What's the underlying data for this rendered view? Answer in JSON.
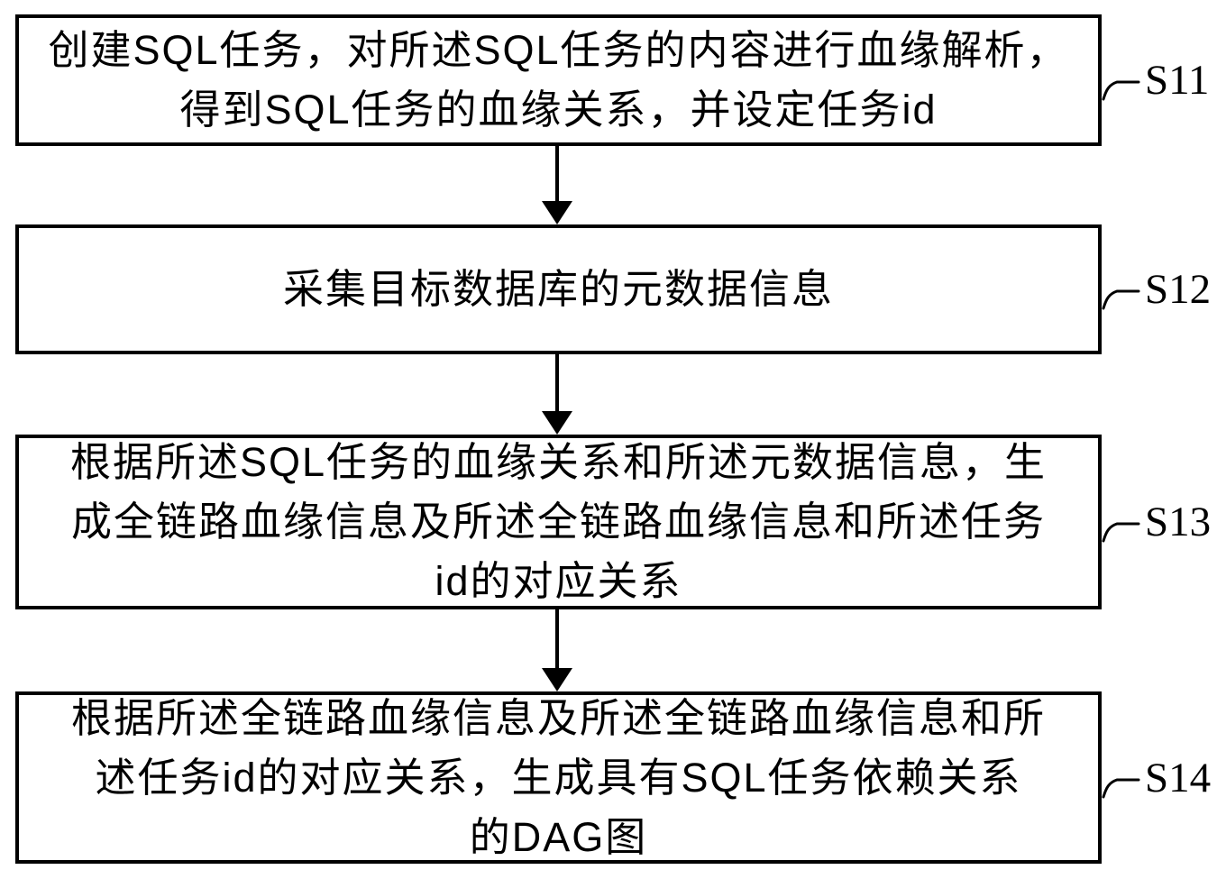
{
  "figure": {
    "background": "#ffffff",
    "line_color": "#000000",
    "type": "flowchart",
    "boxes": [
      {
        "step": "S11",
        "lines": [
          "创建SQL任务，对所述SQL任务的内容进行血缘解析，",
          "得到SQL任务的血缘关系，并设定任务id"
        ]
      },
      {
        "step": "S12",
        "lines": [
          "采集目标数据库的元数据信息"
        ]
      },
      {
        "step": "S13",
        "lines": [
          "根据所述SQL任务的血缘关系和所述元数据信息，生",
          "成全链路血缘信息及所述全链路血缘信息和所述任务",
          "id的对应关系"
        ]
      },
      {
        "step": "S14",
        "lines": [
          "根据所述全链路血缘信息及所述全链路血缘信息和所",
          "述任务id的对应关系，生成具有SQL任务依赖关系",
          "的DAG图"
        ]
      }
    ],
    "flow": [
      "S11 -> S12",
      "S12 -> S13",
      "S13 -> S14"
    ]
  }
}
